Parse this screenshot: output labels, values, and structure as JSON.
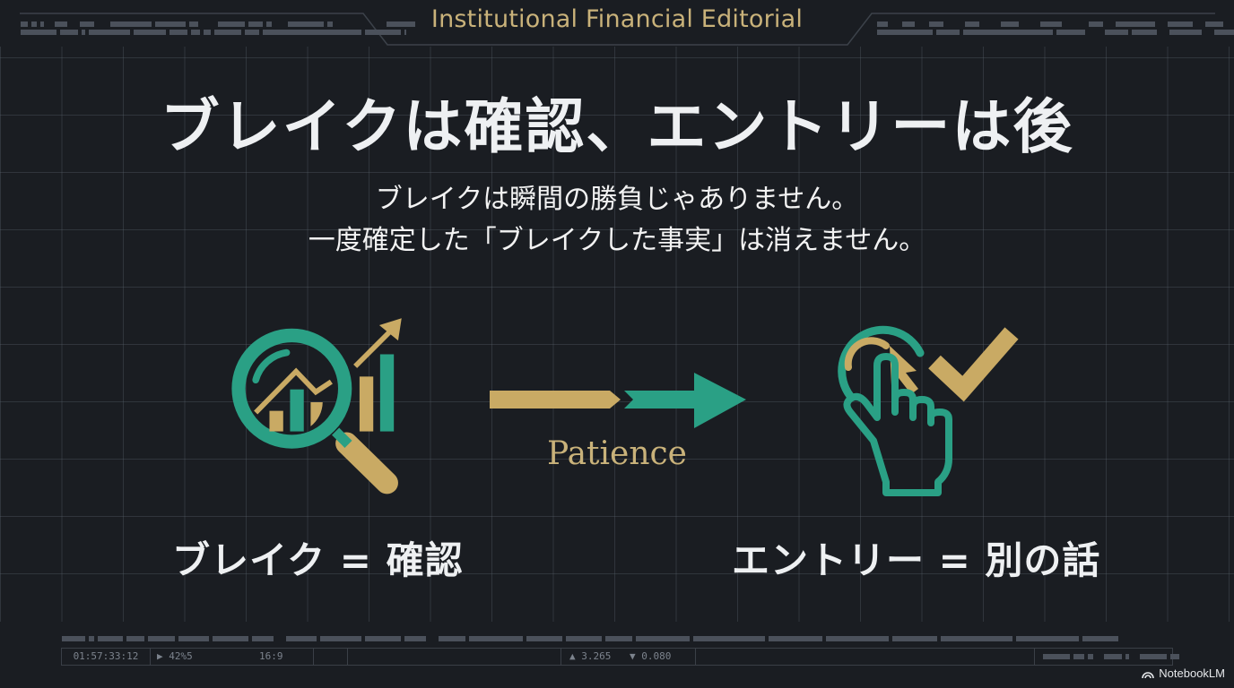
{
  "header": {
    "title": "Institutional Financial Editorial"
  },
  "slide": {
    "title": "ブレイクは確認、エントリーは後",
    "subtitle_lines": [
      "ブレイクは瞬間の勝負じゃありません。",
      "一度確定した「ブレイクした事実」は消えません。"
    ],
    "left_caption": "ブレイク = 確認",
    "right_caption": "エントリー = 別の話",
    "arrow_label": "Patience",
    "icons": {
      "left": "magnifier-chart-icon",
      "middle": "arrow-right-icon",
      "right": "hand-click-check-icon"
    }
  },
  "status_bar": {
    "timecode": "01:57:33:12",
    "play_value": "▶ 42%5",
    "ratio": "16:9",
    "up_value": "▲ 3.265",
    "down_value": "▼ 0.080"
  },
  "brand": {
    "label": "NotebookLM"
  },
  "colors": {
    "background": "#1a1d22",
    "gold": "#c9aa64",
    "teal": "#2aa085",
    "text": "#eef0f2",
    "header_gold": "#c9b27a"
  }
}
